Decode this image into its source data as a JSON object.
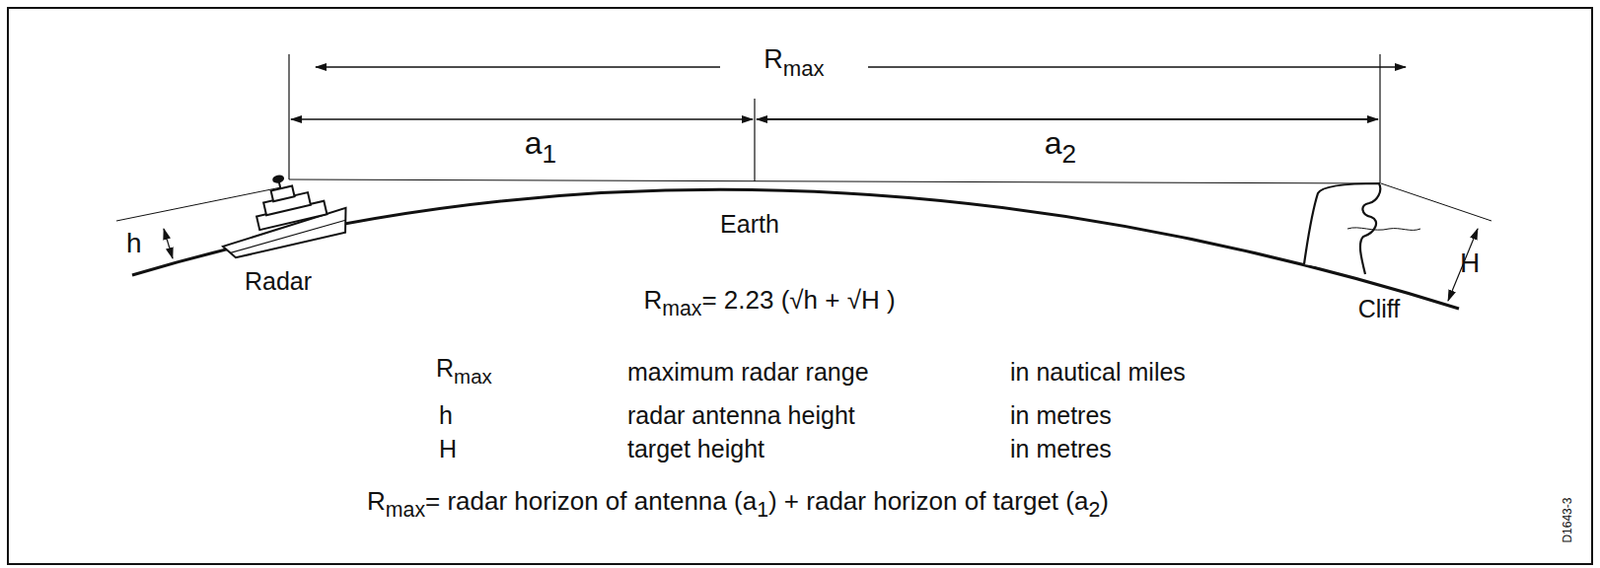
{
  "diagram": {
    "labels": [
      "R",
      "max",
      "a",
      "1",
      "a",
      "2",
      "Earth",
      "h",
      "Radar",
      "H",
      "Cliff",
      "R",
      "max",
      "= 2.23 (√h + √H )",
      "R",
      "max",
      "maximum radar range",
      "in nautical miles",
      "h",
      "radar antenna height",
      "in metres",
      "H",
      "target height",
      "in metres",
      "R",
      "max",
      "= radar horizon of antenna (",
      "a",
      "1",
      ") + radar horizon of target (",
      "a",
      "2",
      ")",
      "D1643-3"
    ]
  }
}
